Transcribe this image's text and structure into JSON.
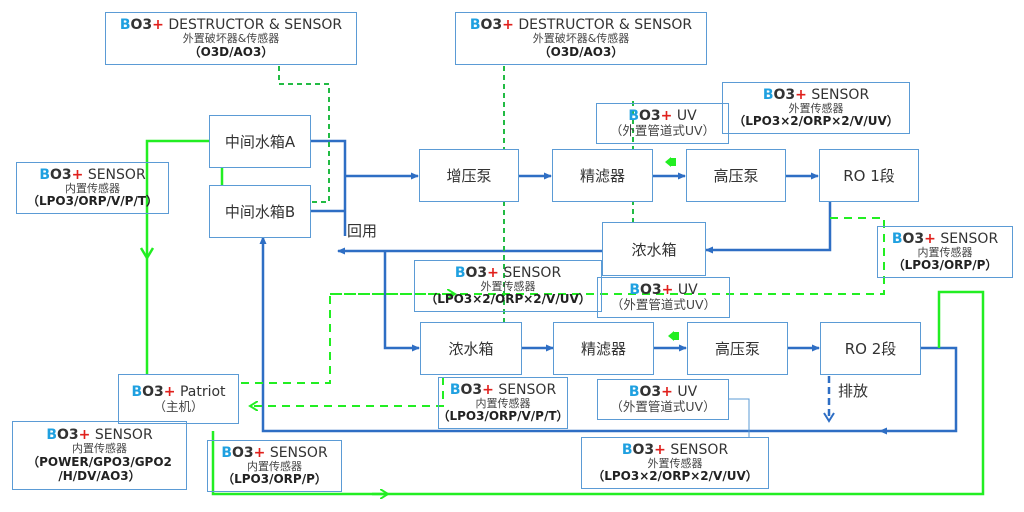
{
  "colors": {
    "box_border": "#5b9bd5",
    "pipe_blue": "#2e6ec4",
    "signal_green": "#22ee22",
    "dashed_green": "#22bb44",
    "brand_b": "#1fa0e0",
    "brand_plus": "#e0201c"
  },
  "brand": {
    "b": "B",
    "o3": "O3",
    "plus": "+"
  },
  "process": {
    "tank_a": "中间水箱A",
    "tank_b": "中间水箱B",
    "booster_pump": "增压泵",
    "filter_1": "精滤器",
    "hp_pump_1": "高压泵",
    "ro_1": "RO 1段",
    "conc_tank_1": "浓水箱",
    "conc_tank_2": "浓水箱",
    "filter_2": "精滤器",
    "hp_pump_2": "高压泵",
    "ro_2": "RO 2段"
  },
  "labels": {
    "reuse": "回用",
    "discharge": "排放"
  },
  "modules": {
    "destructor_1": {
      "type": "DESTRUCTOR & SENSOR",
      "sub": "外置破坏器&传感器",
      "spec": "（O3D/AO3）"
    },
    "destructor_2": {
      "type": "DESTRUCTOR & SENSOR",
      "sub": "外置破坏器&传感器",
      "spec": "（O3D/AO3）"
    },
    "uv_1": {
      "type": "UV",
      "sub": "（外置管道式UV）"
    },
    "sensor_ext_top": {
      "type": "SENSOR",
      "sub": "外置传感器",
      "spec": "（LPO3×2/ORP×2/V/UV）"
    },
    "sensor_int_left": {
      "type": "SENSOR",
      "sub": "内置传感器",
      "spec": "（LPO3/ORP/V/P/T）"
    },
    "sensor_int_right": {
      "type": "SENSOR",
      "sub": "内置传感器",
      "spec": "（LPO3/ORP/P）"
    },
    "sensor_ext_mid": {
      "type": "SENSOR",
      "sub": "外置传感器",
      "spec": "（LPO3×2/ORP×2/V/UV）"
    },
    "uv_2": {
      "type": "UV",
      "sub": "（外置管道式UV）"
    },
    "patriot": {
      "type": "Patriot",
      "sub": "（主机）"
    },
    "sensor_int_mid": {
      "type": "SENSOR",
      "sub": "内置传感器",
      "spec": "（LPO3/ORP/V/P/T）"
    },
    "uv_3": {
      "type": "UV",
      "sub": "（外置管道式UV）"
    },
    "sensor_int_host": {
      "type": "SENSOR",
      "sub": "内置传感器",
      "spec": "（POWER/GPO3/GPO2",
      "spec2": "/H/DV/AO3）"
    },
    "sensor_int_bottom": {
      "type": "SENSOR",
      "sub": "内置传感器",
      "spec": "（LPO3/ORP/P）"
    },
    "sensor_ext_bottom": {
      "type": "SENSOR",
      "sub": "外置传感器",
      "spec": "（LPO3×2/ORP×2/V/UV）"
    }
  }
}
